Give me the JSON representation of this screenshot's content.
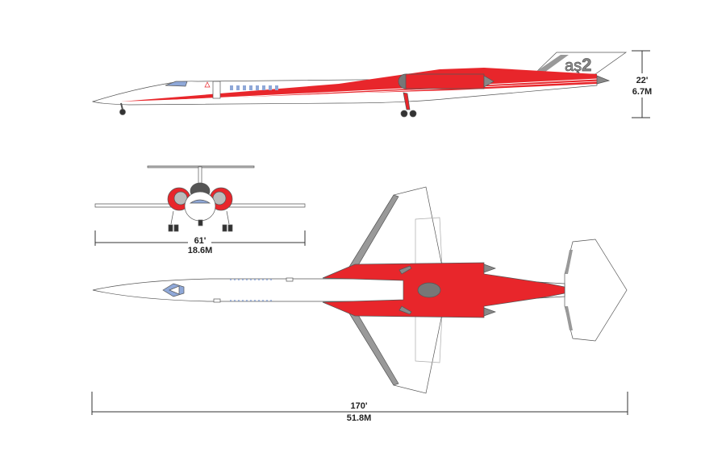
{
  "diagram": {
    "logo": {
      "text_a": "aş",
      "text_b": "2"
    },
    "dimensions": {
      "height": {
        "feet": "22'",
        "meters": "6.7M"
      },
      "wingspan": {
        "feet": "61'",
        "meters": "18.6M"
      },
      "length": {
        "feet": "170'",
        "meters": "51.8M"
      }
    },
    "colors": {
      "accent": "#e8262b",
      "outline": "#555555",
      "window": "#8fa8d8",
      "metal": "#8a8a8a"
    }
  }
}
